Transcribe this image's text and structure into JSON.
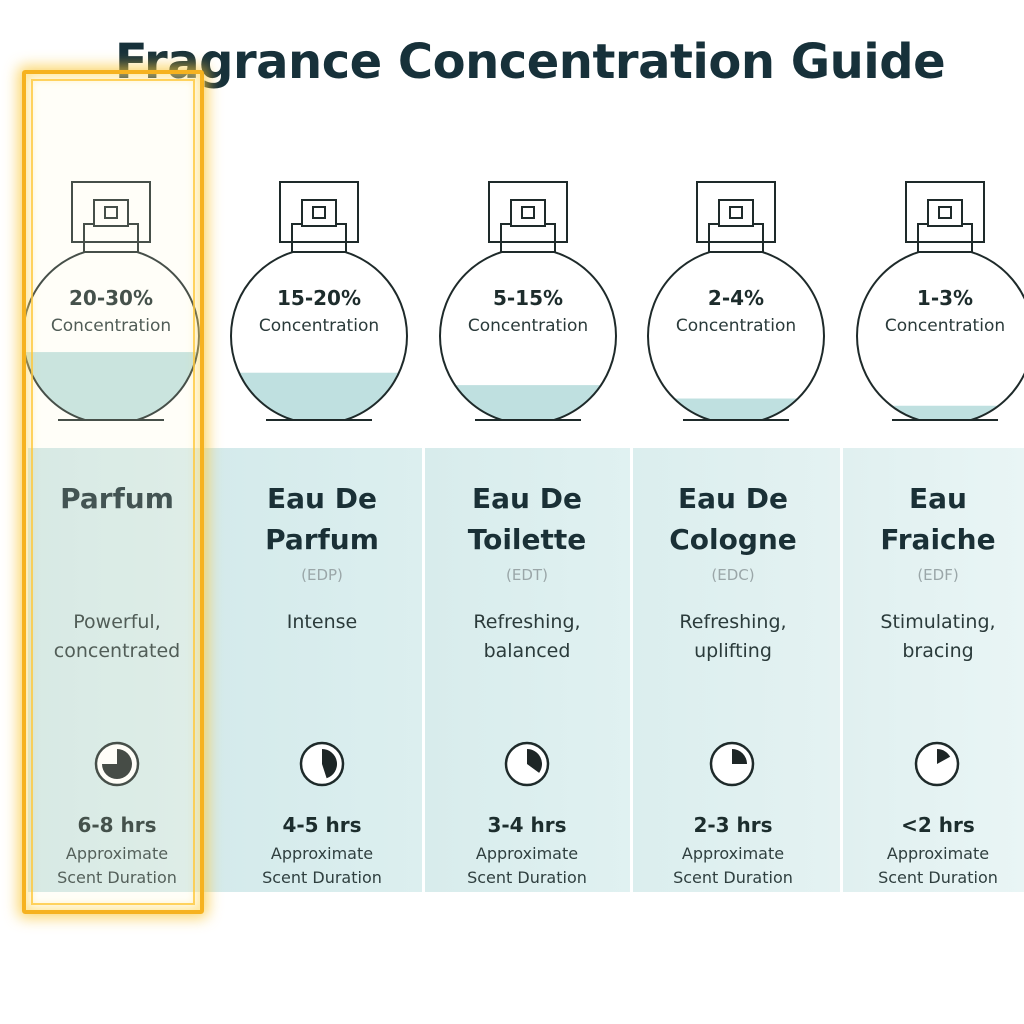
{
  "title": "Fragrance Concentration Guide",
  "colors": {
    "liquid": "#bfe0e0",
    "column_bg": "#d9edee",
    "highlight": "#f6b21f",
    "bottle_stroke": "#1e2a2a"
  },
  "columns": [
    {
      "concentration": "20-30%",
      "concentration_label": "Concentration",
      "fill_level": 0.6,
      "name_line1": "Parfum",
      "name_line2": "",
      "abbreviation": "",
      "description_line1": "Powerful,",
      "description_line2": "concentrated",
      "duration_fraction": 0.75,
      "duration": "6-8 hrs",
      "duration_label_line1": "Approximate",
      "duration_label_line2": "Scent Duration",
      "highlighted": true
    },
    {
      "concentration": "15-20%",
      "concentration_label": "Concentration",
      "fill_level": 0.4,
      "name_line1": "Eau De",
      "name_line2": "Parfum",
      "abbreviation": "(EDP)",
      "description_line1": "Intense",
      "description_line2": "",
      "duration_fraction": 0.45,
      "duration": "4-5 hrs",
      "duration_label_line1": "Approximate",
      "duration_label_line2": "Scent Duration",
      "highlighted": false
    },
    {
      "concentration": "5-15%",
      "concentration_label": "Concentration",
      "fill_level": 0.28,
      "name_line1": "Eau De",
      "name_line2": "Toilette",
      "abbreviation": "(EDT)",
      "description_line1": "Refreshing,",
      "description_line2": "balanced",
      "duration_fraction": 0.35,
      "duration": "3-4 hrs",
      "duration_label_line1": "Approximate",
      "duration_label_line2": "Scent Duration",
      "highlighted": false
    },
    {
      "concentration": "2-4%",
      "concentration_label": "Concentration",
      "fill_level": 0.15,
      "name_line1": "Eau De",
      "name_line2": "Cologne",
      "abbreviation": "(EDC)",
      "description_line1": "Refreshing,",
      "description_line2": "uplifting",
      "duration_fraction": 0.25,
      "duration": "2-3 hrs",
      "duration_label_line1": "Approximate",
      "duration_label_line2": "Scent Duration",
      "highlighted": false
    },
    {
      "concentration": "1-3%",
      "concentration_label": "Concentration",
      "fill_level": 0.08,
      "name_line1": "Eau",
      "name_line2": "Fraiche",
      "abbreviation": "(EDF)",
      "description_line1": "Stimulating,",
      "description_line2": "bracing",
      "duration_fraction": 0.17,
      "duration": "<2 hrs",
      "duration_label_line1": "Approximate",
      "duration_label_line2": "Scent Duration",
      "highlighted": false
    }
  ]
}
